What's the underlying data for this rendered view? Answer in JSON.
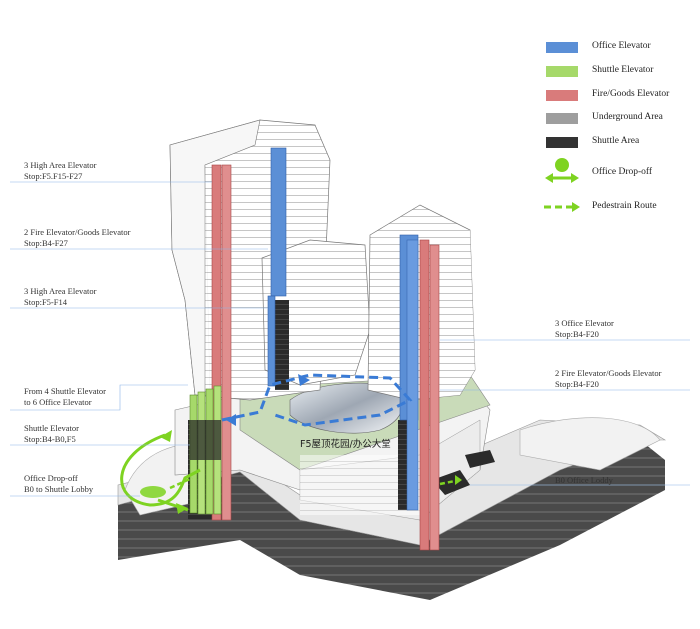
{
  "legend": [
    {
      "key": "office",
      "label": "Office Elevator",
      "color": "#5b8fd6",
      "kind": "swatch"
    },
    {
      "key": "shuttle",
      "label": "Shuttle Elevator",
      "color": "#a6d96a",
      "kind": "swatch"
    },
    {
      "key": "fire",
      "label": "Fire/Goods Elevator",
      "color": "#d97b7b",
      "kind": "swatch"
    },
    {
      "key": "underground",
      "label": "Underground Area",
      "color": "#9e9e9e",
      "kind": "swatch"
    },
    {
      "key": "shuttle_area",
      "label": "Shuttle Area",
      "color": "#333333",
      "kind": "swatch"
    },
    {
      "key": "dropoff",
      "label": "Office Drop-off",
      "color": "#7ed321",
      "kind": "dropoff-icon"
    },
    {
      "key": "pedestrian",
      "label": "Pedestrain Route",
      "color": "#7ed321",
      "kind": "dashed-arrow"
    }
  ],
  "left_labels": [
    {
      "line1": "3 High Area Elevator",
      "line2": "Stop:F5.F15-F27"
    },
    {
      "line1": "2 Fire Elevator/Goods Elevator",
      "line2": "Stop:B4-F27"
    },
    {
      "line1": "3 High Area Elevator",
      "line2": "Stop:F5-F14"
    },
    {
      "line1": "From 4 Shuttle Elevator",
      "line2": "to 6 Office Elevator"
    },
    {
      "line1": "Shuttle Elevator",
      "line2": "Stop:B4-B0,F5"
    },
    {
      "line1": "Office Drop-off",
      "line2": "B0 to Shuttle Lobby"
    }
  ],
  "right_labels": [
    {
      "line1": "3 Office Elevator",
      "line2": "Stop:B4-F20"
    },
    {
      "line1": "2 Fire Elevator/Goods Elevator",
      "line2": "Stop:B4-F20"
    },
    {
      "line1": "B0 Office Loddy",
      "line2": ""
    }
  ],
  "plaza_label": "F5屋顶花园/办公大堂",
  "colors": {
    "office": "#5b8fd6",
    "shuttle": "#a6d96a",
    "fire": "#d97b7b",
    "underground": "#595959",
    "shuttle_area": "#2b2b2b",
    "route_green": "#7ed321",
    "route_blue": "#3a7bd5",
    "leader": "#8ab4e8"
  }
}
